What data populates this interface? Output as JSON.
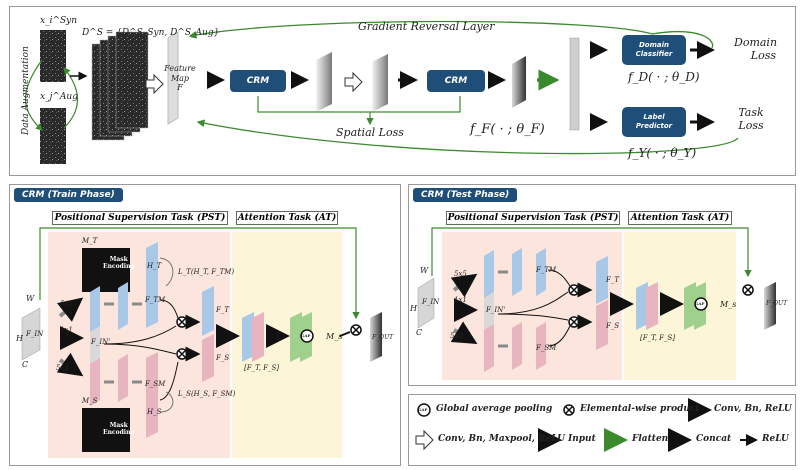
{
  "top": {
    "augmentation_label": "Data Augmentation",
    "x_syn": "x_i^Syn",
    "x_aug": "x_j^Aug",
    "dataset_formula": "D^S = {D^S_Syn, D^S_Aug}",
    "feature_map_label": "Feature\nMap\nF",
    "crm1": "CRM",
    "crm2": "CRM",
    "gradient_reversal": "Gradient Reversal Layer",
    "spatial_loss": "Spatial Loss",
    "f_F": "f_F( · ; θ_F)",
    "domain_classifier": "Domain\nClassifier",
    "label_predictor": "Label\nPredictor",
    "f_D": "f_D( · ; θ_D)",
    "f_Y": "f_Y( · ; θ_Y)",
    "domain_loss": "Domain\nLoss",
    "task_loss": "Task\nLoss"
  },
  "train": {
    "tag": "CRM (Train Phase)",
    "pst_title": "Positional Supervision Task (PST)",
    "at_title": "Attention Task (AT)",
    "W": "W",
    "H": "H",
    "C": "C",
    "F_IN": "F_IN",
    "F_IN_prime": "F_IN'",
    "k5x5_top": "5x5",
    "k1x1": "1x1",
    "k5x5_bot": "5x5",
    "M_T": "M_T",
    "M_S": "M_S",
    "mask_encoding_top": "Mask\nEncoding",
    "mask_encoding_bot": "Mask\nEncoding",
    "H_T": "H_T",
    "H_S": "H_S",
    "F_TM": "F_TM",
    "F_SM": "F_SM",
    "L_T": "L_T(H_T, F_TM)",
    "L_S": "L_S(H_S, F_SM)",
    "F_T": "F_T",
    "F_S": "F_S",
    "concat_label": "[F_T, F_S]",
    "M_s": "M_s",
    "F_OUT": "F_OUT",
    "gap": "GAP"
  },
  "test": {
    "tag": "CRM (Test Phase)",
    "pst_title": "Positional Supervision Task (PST)",
    "at_title": "Attention Task (AT)",
    "W": "W",
    "H": "H",
    "C": "C",
    "F_IN": "F_IN",
    "F_IN_prime": "F_IN'",
    "k5x5_top": "5x5",
    "k1x1": "1x1",
    "k5x5_bot": "5x5",
    "F_TM": "F_TM",
    "F_SM": "F_SM",
    "F_T": "F_T",
    "F_S": "F_S",
    "concat_label": "[F_T, F_S]",
    "M_s": "M_s",
    "F_OUT": "F_OUT",
    "gap": "GAP"
  },
  "legend": {
    "gap_symbol": "GAP",
    "gap": "Global average pooling",
    "elementwise": "Elemental-wise product",
    "conv_bn_relu": "Conv, Bn, ReLU",
    "conv_bn_maxpool": "Conv, Bn, Maxpool, ReLU",
    "input": "Input",
    "flatten": "Flatten",
    "concat": "Concat",
    "relu": "ReLU"
  },
  "colors": {
    "navy": "#1f4e79",
    "pst_bg": "#fbe5dc",
    "at_bg": "#fdf5d8",
    "blue_block": "#a9c8e8",
    "pink_block": "#e8b4c0",
    "green_block": "#9fd18c",
    "flatten_arrow": "#5a9a3a"
  }
}
